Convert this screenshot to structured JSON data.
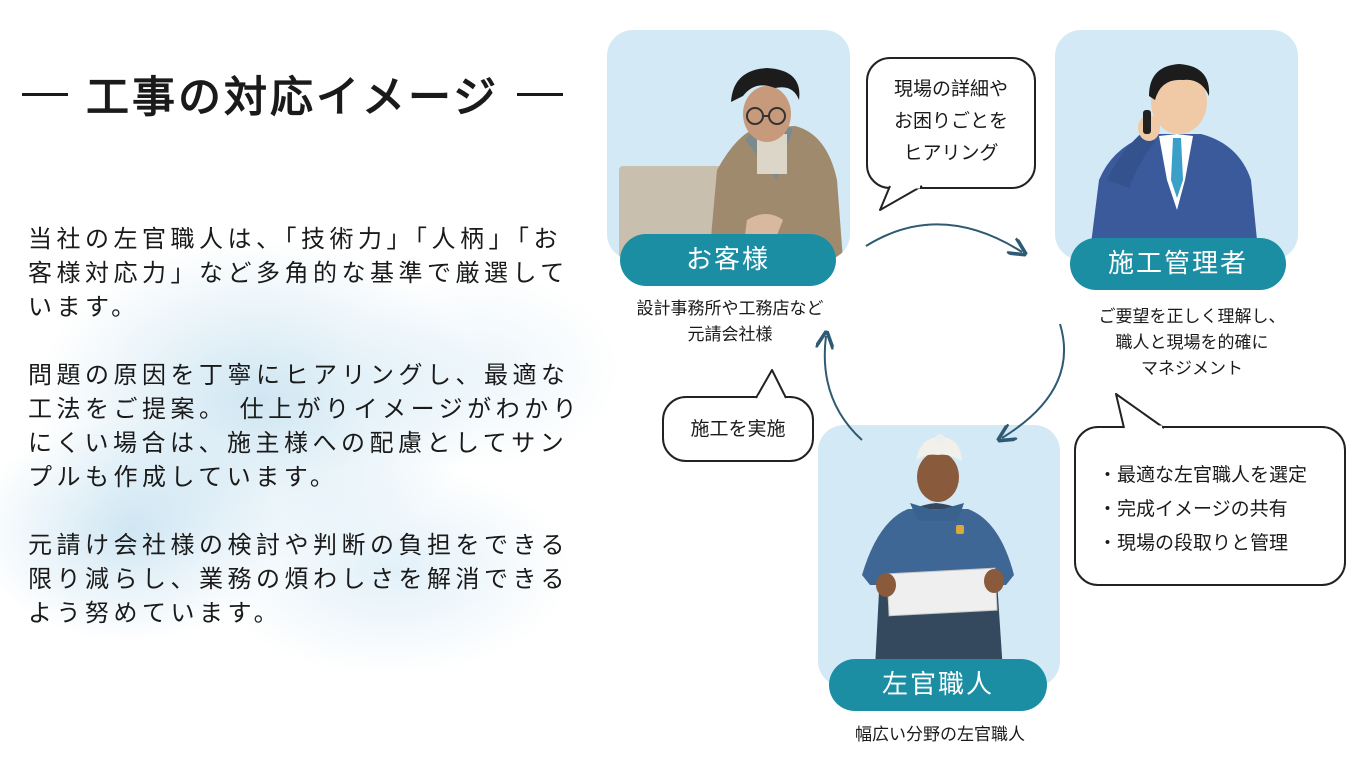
{
  "title": "工事の対応イメージ",
  "paragraphs": [
    "当社の左官職人は、「技術力」「人柄」「お客様対応力」など多角的な基準で厳選しています。",
    "問題の原因を丁寧にヒアリングし、最適な工法をご提案。 仕上がりイメージがわかりにくい場合は、施主様への配慮としてサンプルも作成しています。",
    "元請け会社様の検討や判断の負担をできる限り減らし、業務の煩わしさを解消できるよう努めています。"
  ],
  "nodes": {
    "customer": {
      "label": "お客様",
      "caption_lines": [
        "設計事務所や工務店など",
        "元請会社様"
      ]
    },
    "manager": {
      "label": "施工管理者",
      "caption_lines": [
        "ご要望を正しく理解し、",
        "職人と現場を的確に",
        "マネジメント"
      ]
    },
    "craftsman": {
      "label": "左官職人",
      "caption_lines": [
        "幅広い分野の左官職人"
      ]
    }
  },
  "bubbles": {
    "hearing": [
      "現場の詳細や",
      "お困りごとを",
      "ヒアリング"
    ],
    "execute": [
      "施工を実施"
    ],
    "manager_tasks": [
      "・最適な左官職人を選定",
      "・完成イメージの共有",
      "・現場の段取りと管理"
    ]
  },
  "colors": {
    "accent": "#1b8ea3",
    "card": "#d3e9f5",
    "arrow": "#2f5a73"
  }
}
